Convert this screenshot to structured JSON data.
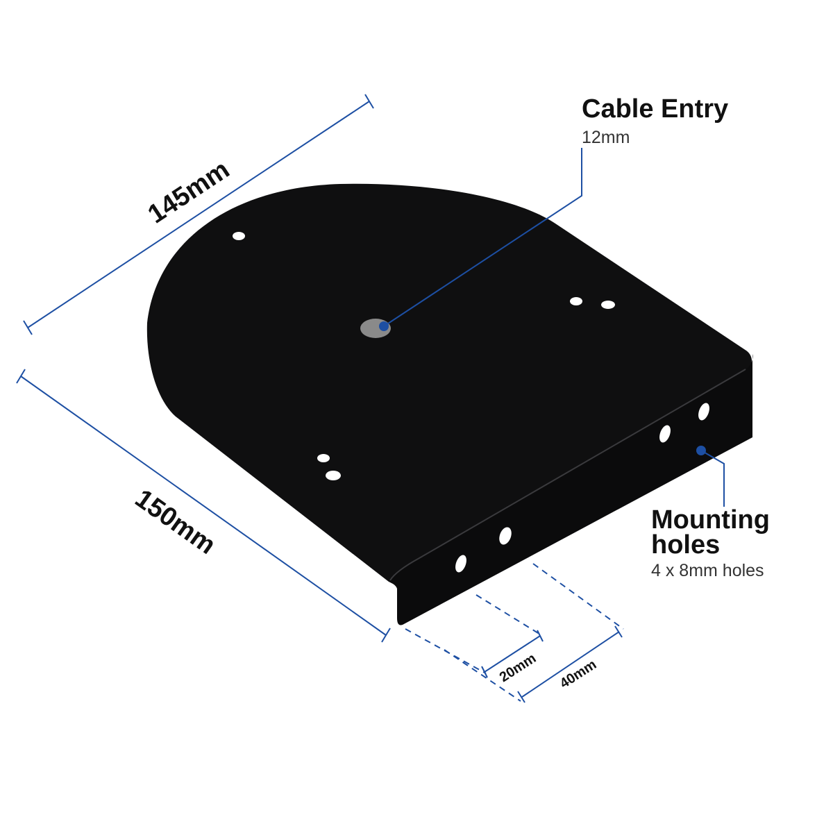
{
  "colors": {
    "dimension_line": "#1d4fa3",
    "plate": "#0f0f10",
    "plate_edge": "#2a2a2c",
    "hole": "#ffffff",
    "cable_hole": "#8a8a8a",
    "text": "#111111"
  },
  "dimensions": {
    "width_label": "145mm",
    "depth_label": "150mm",
    "hole_spacing_label": "20mm",
    "hole_offset_label": "40mm"
  },
  "callouts": {
    "cable_entry": {
      "title": "Cable Entry",
      "subtitle": "12mm"
    },
    "mounting_holes": {
      "title_line1": "Mounting",
      "title_line2": "holes",
      "subtitle": "4 x 8mm holes"
    }
  }
}
